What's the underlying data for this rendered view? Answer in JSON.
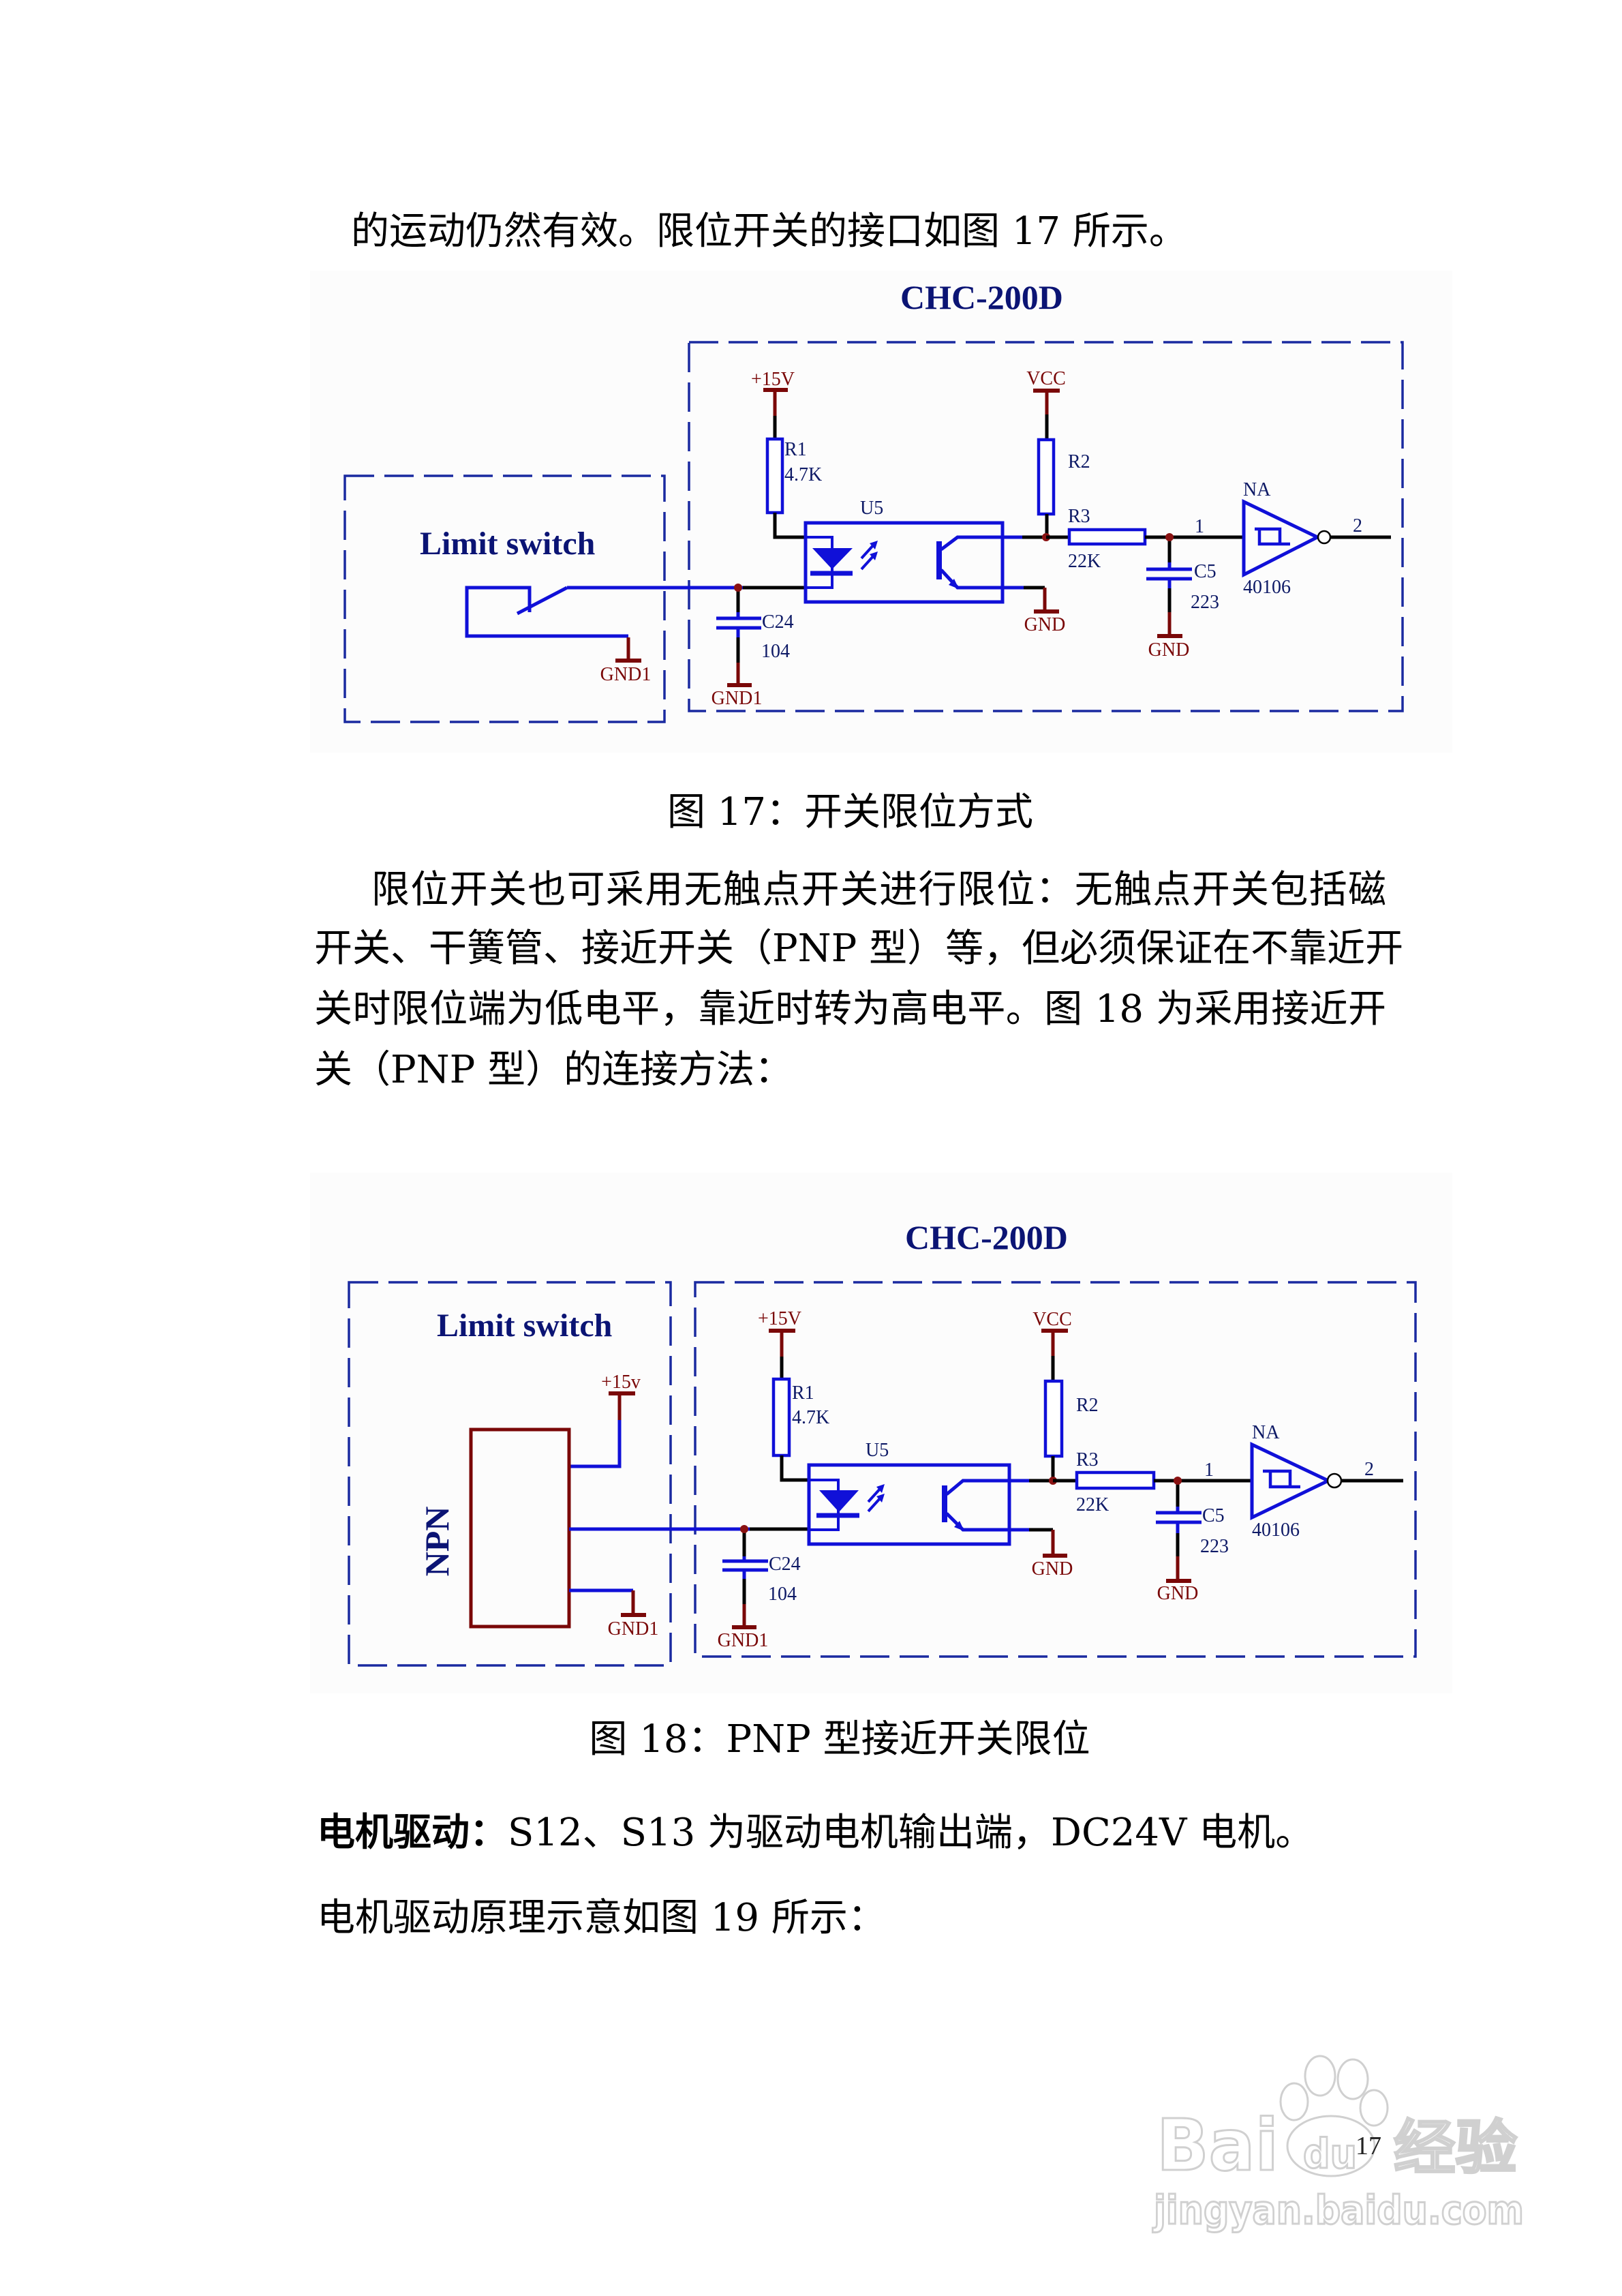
{
  "page": {
    "number": "17"
  },
  "colors": {
    "text": "#000000",
    "wire_blue": "#1010d8",
    "frame_blue": "#1a2aa0",
    "power_red": "#7a0808",
    "label_navy": "#0e1a66",
    "title_navy": "#0b1474",
    "watermark_gray": "#d0d0d0",
    "figure_bg": "#fcfcfc"
  },
  "body": {
    "intro_line": "的运动仍然有效。限位开关的接口如图 17 所示。",
    "paragraph_lines": [
      "限位开关也可采用无触点开关进行限位：无触点开关包括磁",
      "开关、干簧管、接近开关（PNP 型）等，但必须保证在不靠近开",
      "关时限位端为低电平，靠近时转为高电平。图 18 为采用接近开",
      "关（PNP 型）的连接方法："
    ],
    "motor_drive": {
      "heading": "电机驱动：",
      "text": "S12、S13 为驱动电机输出端，DC24V 电机。"
    },
    "motor_principle": "电机驱动原理示意如图 19 所示："
  },
  "figure17": {
    "caption": "图 17：开关限位方式",
    "board_title": "CHC-200D",
    "external_title": "Limit switch",
    "labels": {
      "supply_15v": "+15V",
      "vcc": "VCC",
      "r1": "R1",
      "r1_value": "4.7K",
      "r2": "R2",
      "r3": "R3",
      "r3_value": "22K",
      "u5": "U5",
      "c24": "C24",
      "c24_value": "104",
      "c5": "C5",
      "c5_value": "223",
      "gate": "NA",
      "gate_part": "40106",
      "pin_in": "1",
      "pin_out": "2",
      "switch_gnd": "GND1",
      "c24_gnd": "GND1",
      "opto_gnd": "GND",
      "c5_gnd": "GND"
    }
  },
  "figure18": {
    "caption": "图 18：PNP 型接近开关限位",
    "board_title": "CHC-200D",
    "external_title": "Limit switch",
    "sensor_label": "NPN",
    "labels": {
      "sensor_supply": "+15v",
      "sensor_gnd": "GND1",
      "supply_15v": "+15V",
      "vcc": "VCC",
      "r1": "R1",
      "r1_value": "4.7K",
      "r2": "R2",
      "r3": "R3",
      "r3_value": "22K",
      "u5": "U5",
      "c24": "C24",
      "c24_value": "104",
      "c5": "C5",
      "c5_value": "223",
      "gate": "NA",
      "gate_part": "40106",
      "pin_in": "1",
      "pin_out": "2",
      "c24_gnd": "GND1",
      "opto_gnd": "GND",
      "c5_gnd": "GND"
    }
  },
  "watermark": {
    "brand_left": "Bai",
    "brand_right": "du",
    "brand_cn": "经验",
    "url": "jingyan.baidu.com"
  }
}
